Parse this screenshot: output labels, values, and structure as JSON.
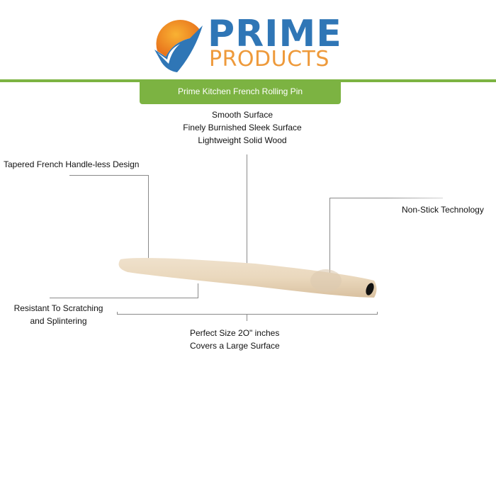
{
  "brand": {
    "line1": "PRIME",
    "line2": "PRODUCTS",
    "colors": {
      "blue": "#2f76b6",
      "orange": "#ee9a3b",
      "green": "#7cb342"
    }
  },
  "banner": {
    "title": "Prime Kitchen French Rolling Pin"
  },
  "callouts": {
    "surface": [
      "Smooth Surface",
      "Finely Burnished Sleek Surface",
      "Lightweight Solid Wood"
    ],
    "tapered": "Tapered French Handle-less Design",
    "nonstick": "Non-Stick Technology",
    "resistant": [
      "Resistant To Scratching",
      "and Splintering"
    ],
    "size": [
      "Perfect Size 2O\" inches",
      "Covers a Large Surface"
    ]
  },
  "product": {
    "icon": "rolling-pin-image"
  }
}
